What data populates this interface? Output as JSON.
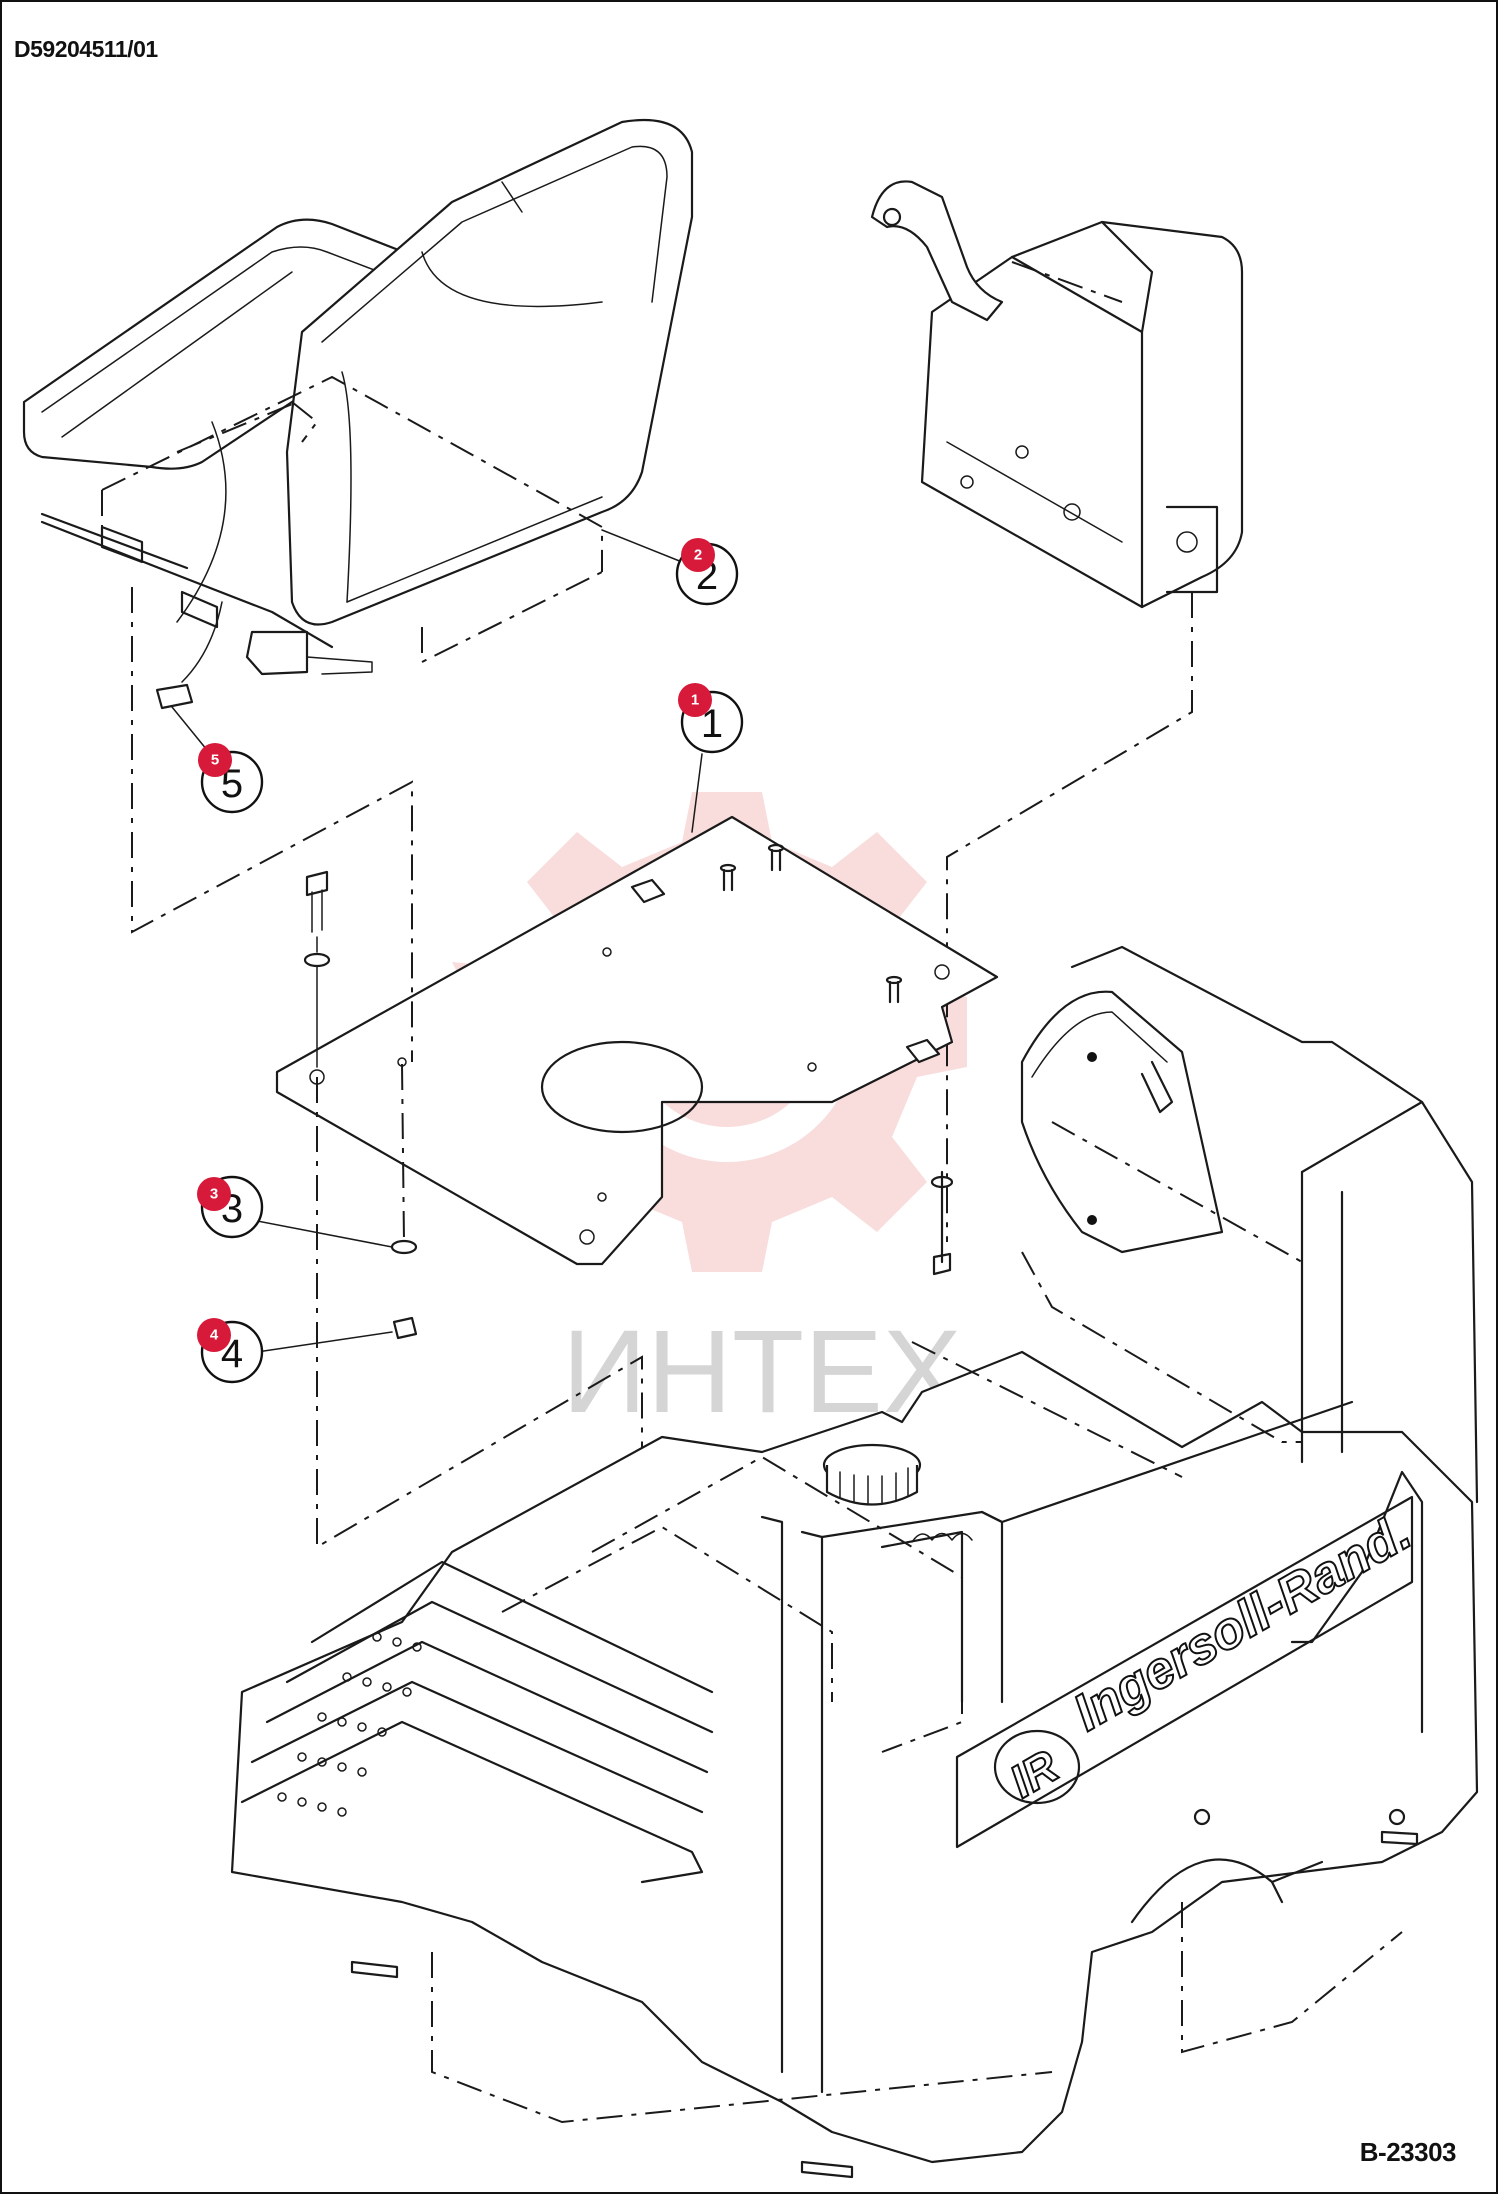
{
  "document_code": "D59204511/01",
  "sheet_code": "B-23303",
  "watermark_text": "ИНТЕХ",
  "brand_text": "Ingersoll-Rand.",
  "brand_logo_text": "IR",
  "callouts": [
    {
      "label": "1",
      "marker": "1",
      "name": "callout-1"
    },
    {
      "label": "2",
      "marker": "2",
      "name": "callout-2"
    },
    {
      "label": "3",
      "marker": "3",
      "name": "callout-3"
    },
    {
      "label": "4",
      "marker": "4",
      "name": "callout-4"
    },
    {
      "label": "5",
      "marker": "5",
      "name": "callout-5"
    }
  ],
  "colors": {
    "marker": "#d7193a",
    "watermark": "#f2b3b3",
    "line": "#1a1a1a"
  },
  "icons": {
    "watermark": "gear-wrench-icon"
  }
}
